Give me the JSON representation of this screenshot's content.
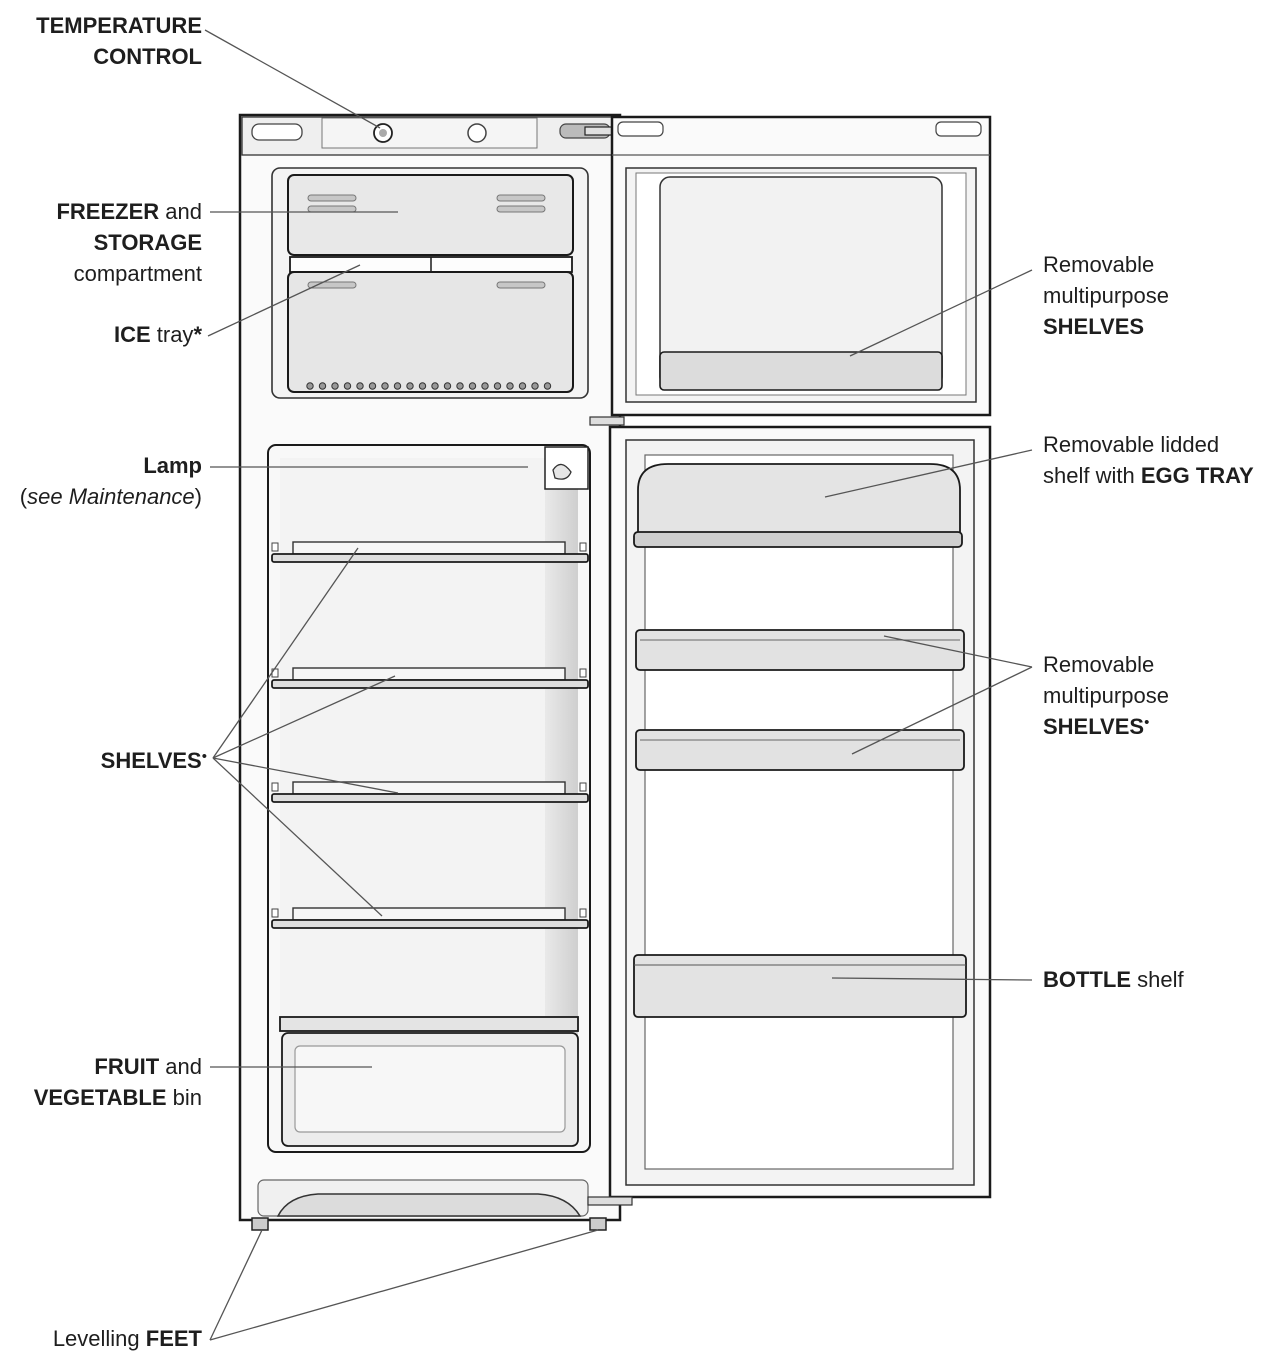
{
  "labels": {
    "temperature_control": {
      "line1": "TEMPERATURE",
      "line2": "CONTROL"
    },
    "freezer": {
      "bold1": "FREEZER",
      "tail1": " and",
      "bold2": "STORAGE",
      "line3": "compartment"
    },
    "ice_tray": {
      "bold": "ICE",
      "tail": " tray",
      "mark": "*"
    },
    "lamp": {
      "bold": "Lamp",
      "paren_open": "(",
      "italic": "see Maintenance",
      "paren_close": ")"
    },
    "shelves_left": {
      "bold": "SHELVES",
      "mark": "•"
    },
    "fruit_bin": {
      "bold1": "FRUIT",
      "tail1": " and",
      "bold2": "VEGETABLE",
      "tail2": " bin"
    },
    "feet": {
      "prefix": "Levelling ",
      "bold": "FEET"
    },
    "freezer_door_shelves": {
      "line1": "Removable",
      "line2": "multipurpose",
      "bold": "SHELVES"
    },
    "egg_tray": {
      "line1": "Removable lidded",
      "line2_prefix": "shelf with ",
      "bold": "EGG TRAY"
    },
    "door_shelves": {
      "line1": "Removable",
      "line2": "multipurpose",
      "bold": "SHELVES",
      "mark": "•"
    },
    "bottle_shelf": {
      "bold": "BOTTLE",
      "tail": " shelf"
    }
  },
  "colors": {
    "outline": "#1a1a1a",
    "panel_shade": "#d9d9d9",
    "leader_line": "#555555"
  }
}
